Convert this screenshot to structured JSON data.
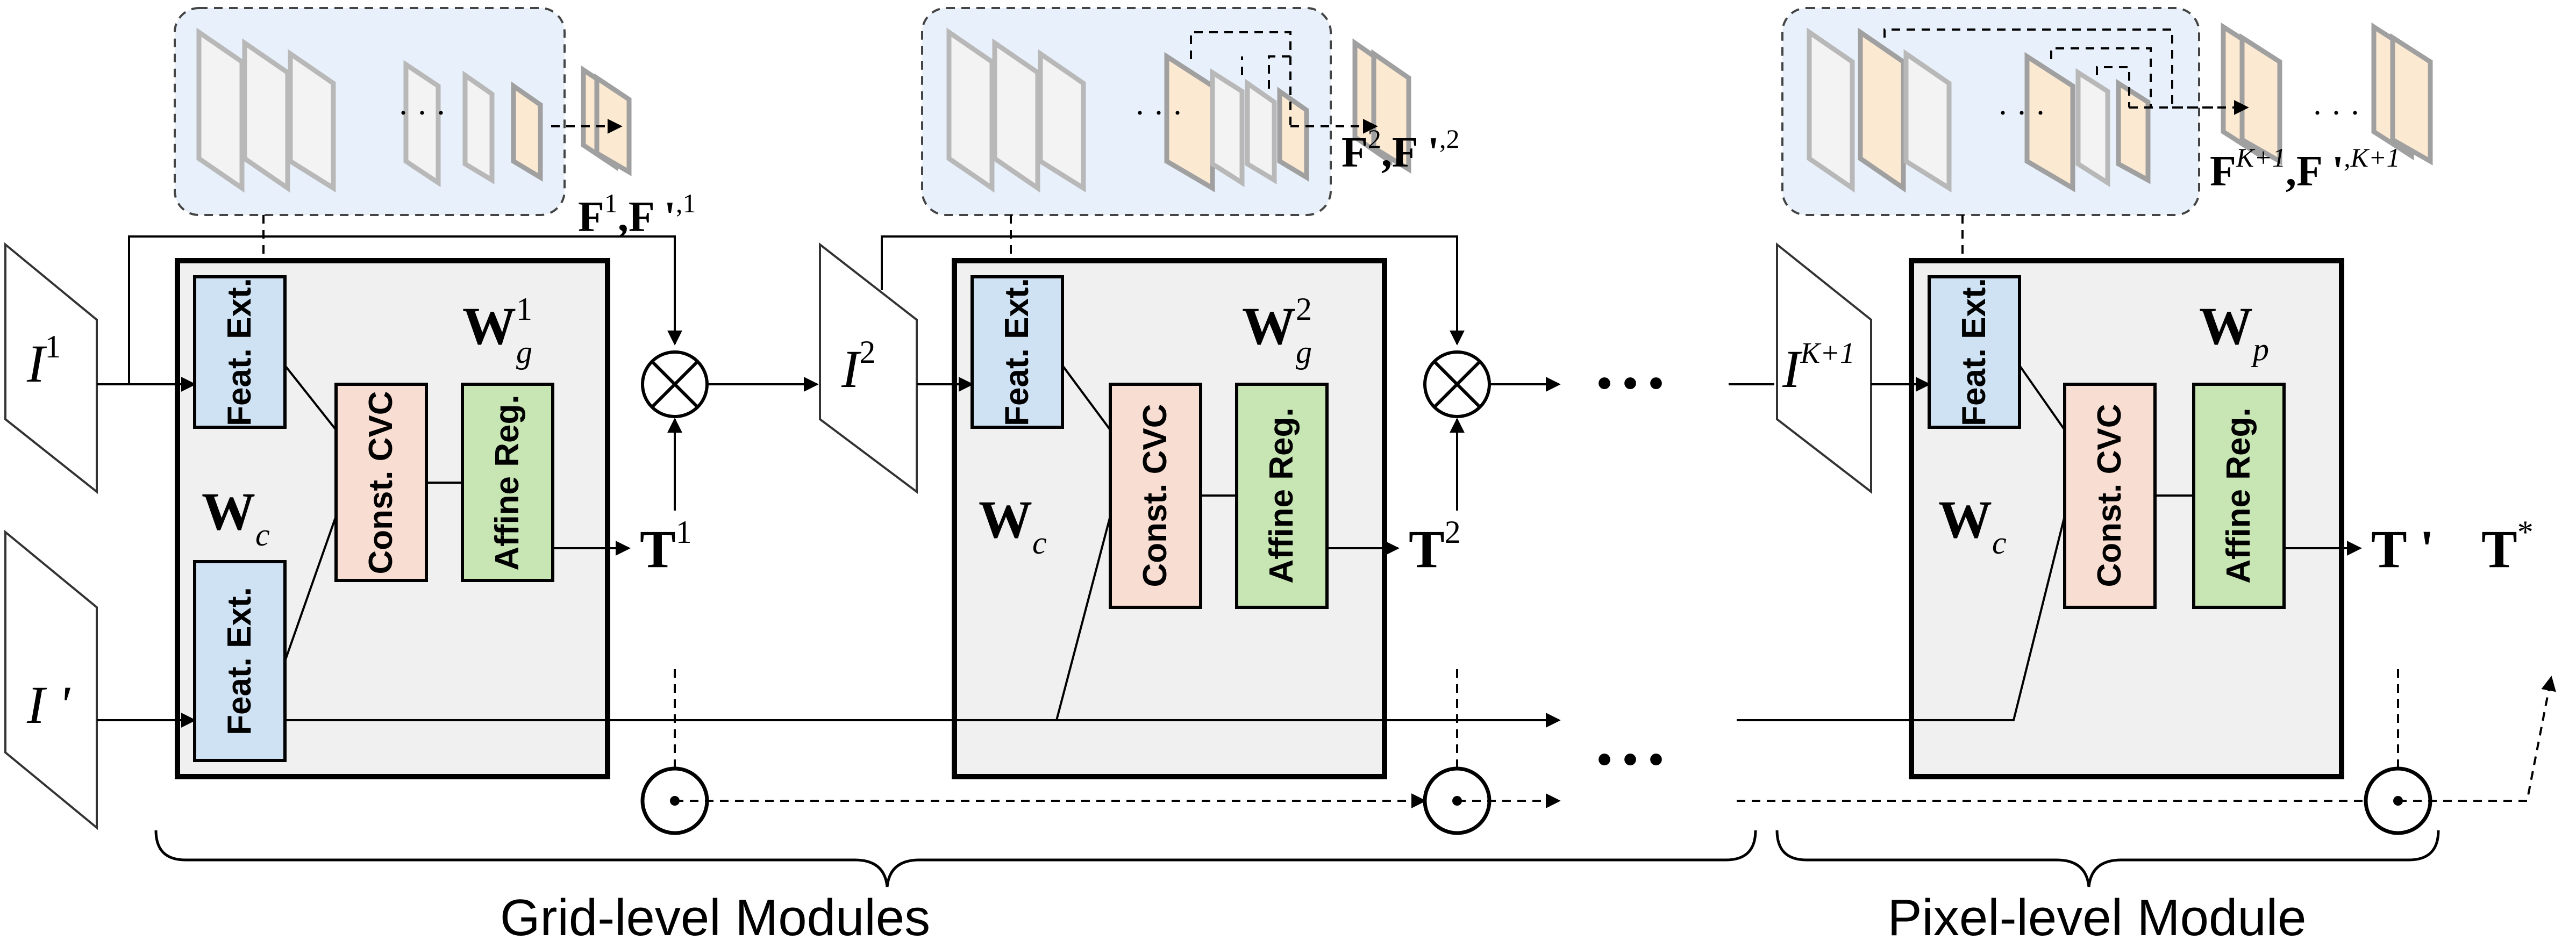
{
  "inputs": {
    "i1": "I",
    "i1_sup": "1",
    "iprime": "I '",
    "i2": "I",
    "i2_sup": "2",
    "ik": "I",
    "ik_sup": "K+1"
  },
  "modules": [
    {
      "weight": "W",
      "weight_sub": "g",
      "weight_sup": "1",
      "shared_weight": "W",
      "shared_sub": "c",
      "output": "T",
      "output_sup": "1",
      "feature_label": "F",
      "feature_sup": "1",
      "feature_label2": "F '",
      "feature_sup2": ",1"
    },
    {
      "weight": "W",
      "weight_sub": "g",
      "weight_sup": "2",
      "shared_weight": "W",
      "shared_sub": "c",
      "output": "T",
      "output_sup": "2",
      "feature_label": "F",
      "feature_sup": "2",
      "feature_label2": "F '",
      "feature_sup2": ",2"
    },
    {
      "weight": "W",
      "weight_sub": "p",
      "weight_sup": "",
      "shared_weight": "W",
      "shared_sub": "c",
      "output": "T '",
      "output_sup": "",
      "feature_label": "F",
      "feature_sup": "K+1",
      "feature_label2": "F '",
      "feature_sup2": ",K+1"
    }
  ],
  "blocks": {
    "feature_extraction": "Feat. Ext.",
    "cost_volume": "Const. CVC",
    "affine_regression": "Affine Reg."
  },
  "final_output": "T",
  "final_output_sup": "*",
  "ellipsis": "• • •",
  "feature_ellipsis": "· · ·",
  "groups": {
    "grid": "Grid-level Modules",
    "pixel": "Pixel-level Module"
  },
  "operators": {
    "warp": "⊗",
    "compose": "⊙"
  }
}
